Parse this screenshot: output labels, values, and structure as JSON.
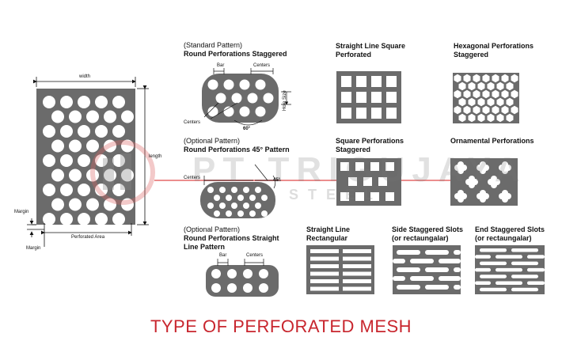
{
  "left_diagram": {
    "width_label": "width",
    "length_label": "length",
    "margin_label_top": "Margin",
    "margin_label_bottom": "Margin",
    "perforated_area_label": "Perforated Area"
  },
  "patterns": {
    "standard": {
      "tag": "(Standard Pattern)",
      "title": "Round Perforations Staggered",
      "bar": "Bar",
      "centers_top": "Centers",
      "hole_size": "Hole Size",
      "centers_bottom": "Centers",
      "angle": "60°"
    },
    "optional45": {
      "tag": "(Optional Pattern)",
      "title": "Round Perforations 45°  Pattern",
      "centers": "Centers",
      "angle": "45°"
    },
    "optional_straight": {
      "tag": "(Optional Pattern)",
      "title_line1": "Round Perforations Straight",
      "title_line2": "Line Pattern",
      "bar": "Bar",
      "centers": "Centers"
    },
    "straight_square": {
      "line1": "Straight Line Square",
      "line2": "Perforated"
    },
    "hexagonal": {
      "line1": "Hexagonal Perforations",
      "line2": "Staggered"
    },
    "square_staggered": {
      "line1": "Square Perforations",
      "line2": "Staggered"
    },
    "ornamental": {
      "line1": "Ornamental Perforations"
    },
    "straight_rect": {
      "line1": "Straight Line",
      "line2": "Rectangular"
    },
    "side_slots": {
      "line1": "Side Staggered Slots",
      "line2": "(or rectaungalar)"
    },
    "end_slots": {
      "line1": "End Staggered Slots",
      "line2": "(or rectaungalar)"
    }
  },
  "watermark": {
    "company": "PT TRIGUJAYA",
    "sub": "STEEL"
  },
  "footer": {
    "title": "TYPE OF PERFORATED MESH"
  },
  "colors": {
    "plate": "#6b6b6b",
    "title_red": "#c8262e"
  }
}
